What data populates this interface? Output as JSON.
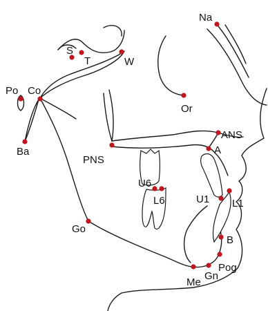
{
  "diagram": {
    "landmark_color": "#c0161e",
    "line_color": "#1a1a1a",
    "landmarks": [
      {
        "id": "Na",
        "label": "Na"
      },
      {
        "id": "S",
        "label": "S"
      },
      {
        "id": "T",
        "label": "T"
      },
      {
        "id": "W",
        "label": "W"
      },
      {
        "id": "Po",
        "label": "Po"
      },
      {
        "id": "Co",
        "label": "Co"
      },
      {
        "id": "Or",
        "label": "Or"
      },
      {
        "id": "Ba",
        "label": "Ba"
      },
      {
        "id": "PNS",
        "label": "PNS"
      },
      {
        "id": "ANS",
        "label": "ANS"
      },
      {
        "id": "A",
        "label": "A"
      },
      {
        "id": "U6",
        "label": "U6"
      },
      {
        "id": "L6",
        "label": "L6"
      },
      {
        "id": "U1",
        "label": "U1"
      },
      {
        "id": "L1",
        "label": "L1"
      },
      {
        "id": "Go",
        "label": "Go"
      },
      {
        "id": "B",
        "label": "B"
      },
      {
        "id": "Pog",
        "label": "Pog"
      },
      {
        "id": "Gn",
        "label": "Gn"
      },
      {
        "id": "Me",
        "label": "Me"
      }
    ]
  }
}
